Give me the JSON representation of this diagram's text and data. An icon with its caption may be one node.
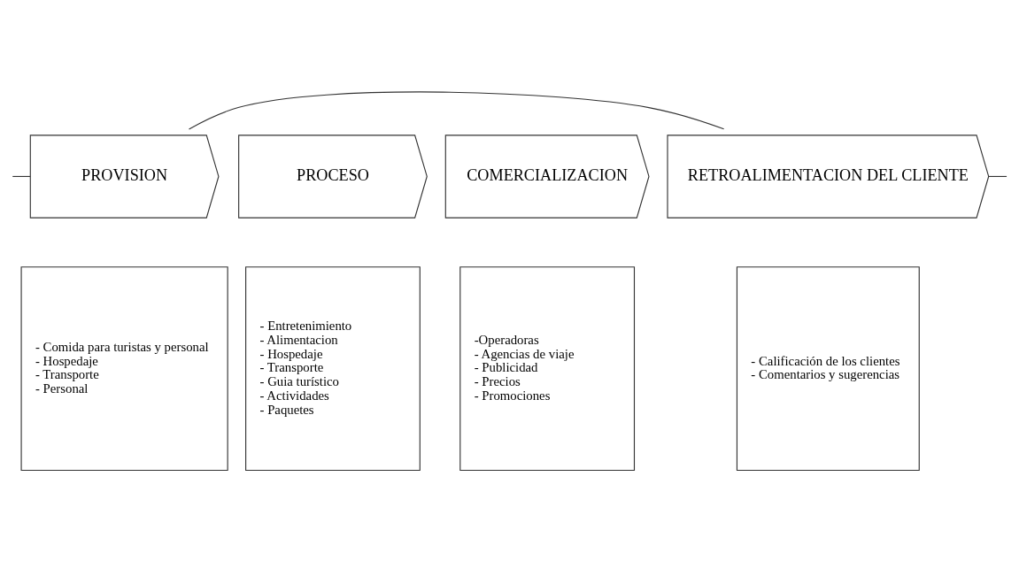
{
  "diagram": {
    "nodes": [
      {
        "text": [
          "PROVISION"
        ]
      },
      {
        "text": [
          "PROCESO"
        ]
      },
      {
        "text": [
          "COMERCIALIZACION"
        ]
      },
      {
        "text": [
          "RETROALIMENTACION DEL CLIENTE"
        ]
      },
      {
        "text": [
          "- Comida para turistas y personal",
          "- Hospedaje",
          "- Transporte",
          "- Personal"
        ]
      },
      {
        "text": [
          "- Entretenimiento",
          "- Alimentacion",
          "- Hospedaje",
          "- Transporte",
          "- Guia turístico",
          "- Actividades",
          "- Paquetes"
        ]
      },
      {
        "text": [
          "-Operadoras",
          "- Agencias de viaje",
          "- Publicidad",
          "- Precios",
          "- Promociones"
        ]
      },
      {
        "text": [
          "- Calificación de los clientes",
          "- Comentarios y sugerencias"
        ]
      }
    ],
    "edges": [
      {
        "from": 3,
        "to": 0,
        "arrow": "none"
      },
      {
        "from": null,
        "to": 0,
        "arrow": "none"
      },
      {
        "from": 3,
        "to": null,
        "arrow": "none"
      }
    ]
  }
}
